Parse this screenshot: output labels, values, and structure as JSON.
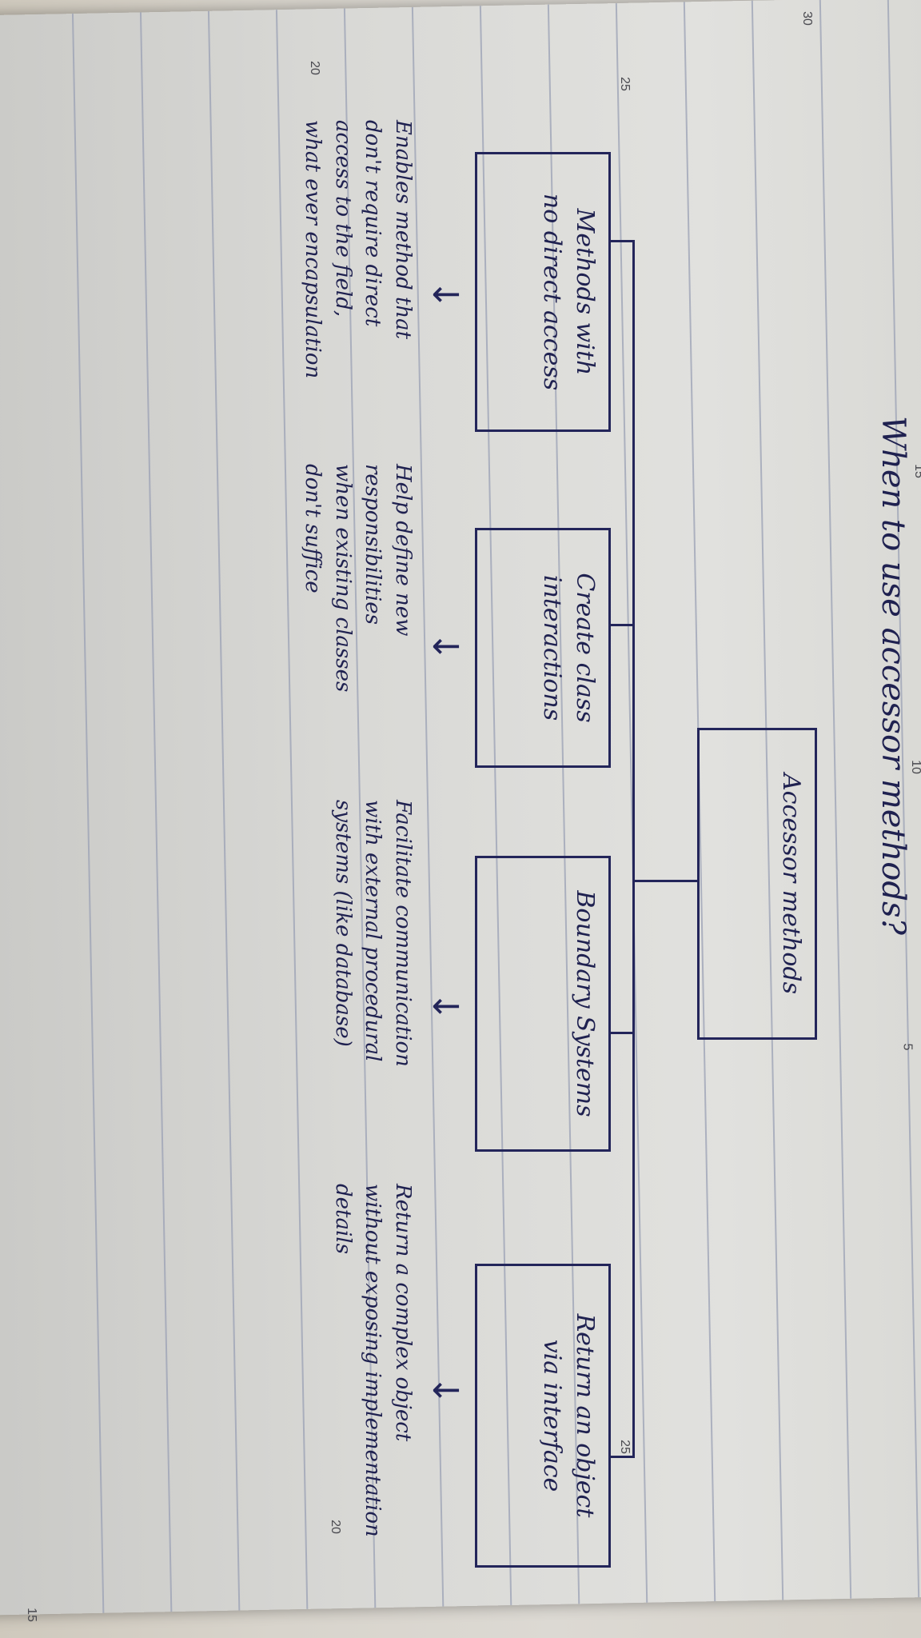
{
  "page": {
    "title": "When to use accessor methods?",
    "ruler_numbers": [
      "30",
      "25",
      "20",
      "15",
      "10",
      "5",
      "25",
      "20",
      "15"
    ]
  },
  "diagram": {
    "root": {
      "label": "Accessor methods"
    },
    "branches": [
      {
        "box_label": "Methods with\nno direct access",
        "purpose": "Enables method that\ndon't require direct\naccess to the field,\nwhat ever encapsulation"
      },
      {
        "box_label": "Create class\ninteractions",
        "purpose": "Help define new\nresponsibilities\nwhen existing classes\ndon't suffice"
      },
      {
        "box_label": "Boundary Systems",
        "purpose": "Facilitate communication\nwith external procedural\nsystems (like database)"
      },
      {
        "box_label": "Return an object\nvia interface",
        "purpose": "Return a complex object\nwithout exposing implementation\ndetails"
      }
    ]
  },
  "colors": {
    "ink": "#1f2150",
    "ruled_line": "#9aa0b4",
    "paper": "#dcdcd8"
  }
}
